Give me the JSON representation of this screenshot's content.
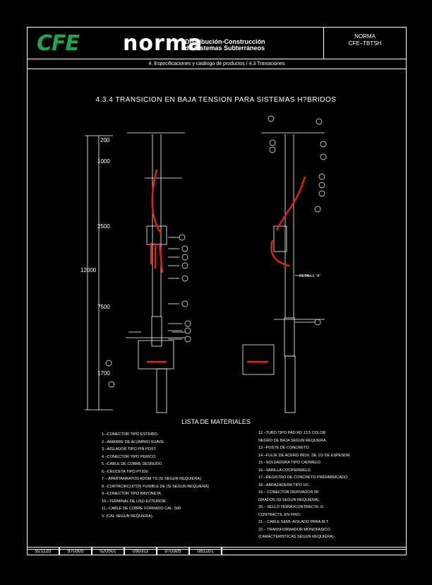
{
  "header": {
    "logo_left": "CFE",
    "logo_brand": "norma",
    "logo_sub_1": "Distribución-Construcción",
    "logo_sub_2": "de Sistemas Subterráneos",
    "norma_label": "NORMA",
    "norma_code": "CFE–TBTSH"
  },
  "subheader": "4. Especificaciones y catálogo de productos / 4.3 Transiciones",
  "title": "4.3.4 TRANSICION EN BAJA TENSION PARA SISTEMAS H?BRIDOS",
  "dims": {
    "d200": "200",
    "d1000": "1000",
    "d2500": "2500",
    "d12000": "12000",
    "d7500": "7500",
    "d1700": "1700"
  },
  "detalle": "DETALLE \"A\"",
  "materials_title": "LISTA DE MATERIALES",
  "materials_left": [
    "1.–CONECTOR TIPO ESTRIBO.",
    "2.–AMARRE DE ALUMINIO SUAVE.",
    "3.–AISLADOR TIPO PIN POST.",
    "4.–CONECTOR TIPO PERICO.",
    "5.–CABLE DE COBRE DESNUDO.",
    "6.–CRUCETA TIPO PT200.",
    "7.– APARTARRAYOS ADOM TS (SI SEGUN REQUIERA).",
    "8.–CORTACIRCUITOS FUSIBLE DE (SI SEGUN REQUIERA)",
    "9.–CONECTOR TIPO BAYONETA.",
    "10.–TERMINAL DE USO EXTERIOR.",
    "11.–CABLE DE COBRE FORRADO CAL. 500",
    "V. (CAL SEGUN REQUIERA)."
  ],
  "materials_right": [
    "12.–TUBO TIPO PAD RD 13.5 COLOR",
    "NEGRO DE BAJA SEGUN REQUIERA.",
    "13.–POSTE DE CONCRETO.",
    "14.–FLEJE DE ACERO INOX. DE 1/2 DE ESPESOR.",
    "15.–SOLDADURA TIPO CADWELD.",
    "16.–VARILLA COOPERWELD.",
    "17.–REGISTRO DE CONCRETO PREFABRICADO.",
    "18.–ABRAZADERA TIPO UC.",
    "19.– CONECTOR DERIVADOR 90",
    "GRADOS (SI SEGUN REQUIERA).",
    "20.– SELLO TERMOCONTRACTIL O",
    "CONTRACTIL EN FRIO.",
    "21.– CABLE SEMI–AISLADO PARA M.T.",
    "22.– TRANSFORMADOR MONOFASICO",
    "(CARACTERISTICAS SEGUN REQUIERA)."
  ],
  "revisions": [
    "921120",
    "970305",
    "020501",
    "050311",
    "070305",
    "081201"
  ],
  "colors": {
    "brand_green": "#1aa84a",
    "cable_red": "#e02020",
    "line_white": "#ffffff",
    "bg": "#000000"
  }
}
